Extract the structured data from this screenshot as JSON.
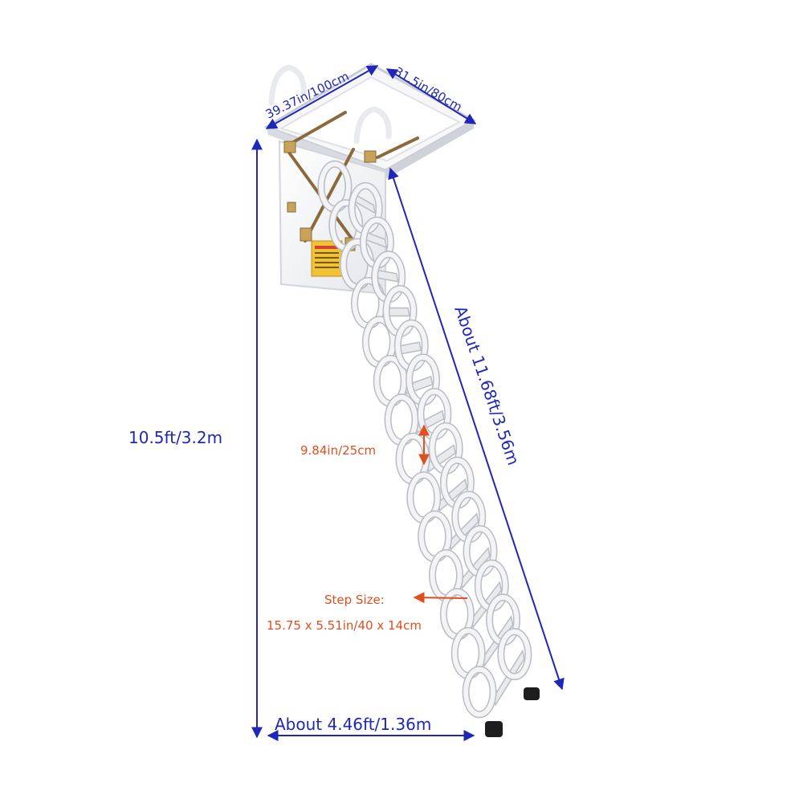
{
  "dimensions": {
    "top_width": "39.37in/100cm",
    "top_depth": "31.5in/80cm",
    "height": "10.5ft/3.2m",
    "length": "About 11.68ft/3.56m",
    "step_spacing": "9.84in/25cm",
    "step_size_title": "Step Size:",
    "step_size_value": "15.75 x 5.51in/40 x 14cm",
    "base_width": "About 4.46ft/1.36m"
  },
  "colors": {
    "dimension_blue": "#1f27b8",
    "callout_orange": "#e0501f",
    "ladder_white": "#f4f4f6",
    "ladder_shadow": "#b9bcc4"
  }
}
